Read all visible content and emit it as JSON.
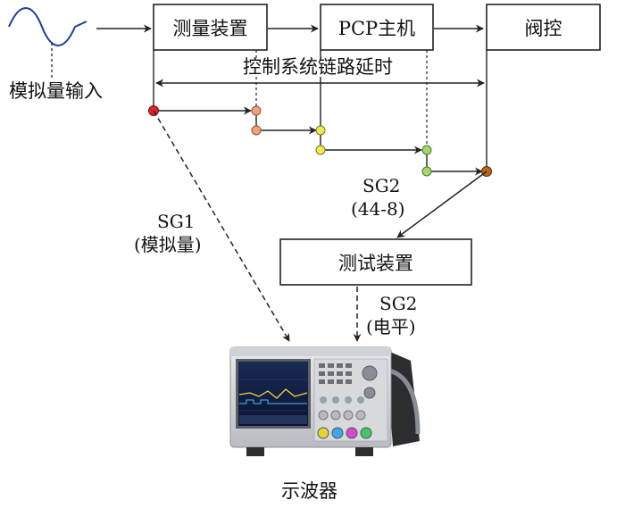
{
  "blocks": {
    "measure": "测量装置",
    "pcp": "PCP主机",
    "valve": "阀控",
    "test": "测试装置",
    "scope": "示波器"
  },
  "labels": {
    "analog_input": "模拟量输入",
    "latency": "控制系统链路延时",
    "sg2_top_name": "SG2",
    "sg2_top_code": "(44-8)",
    "sg1_name": "SG1",
    "sg1_desc": "(模拟量)",
    "sg2_bot_name": "SG2",
    "sg2_bot_desc": "(电平)"
  },
  "colors": {
    "dot_1": "#d9262c",
    "dot_2": "#f0a27a",
    "dot_3": "#eeea5a",
    "dot_4": "#a6d56b",
    "dot_5": "#b8661e",
    "sine": "#1f3f8f",
    "line": "#222222"
  }
}
